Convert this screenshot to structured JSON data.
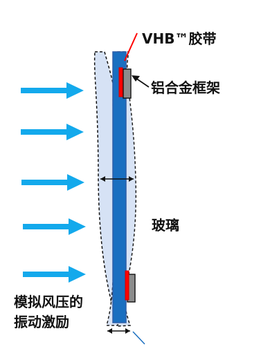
{
  "labels": {
    "vhb_tape": "VHB™胶带",
    "aluminum_frame": "铝合金框架",
    "glass": "玻璃",
    "wind_excitation_line1": "模拟风压的",
    "wind_excitation_line2": "振动激励"
  },
  "colors": {
    "wind_arrow": "#13a9ec",
    "glass_blue": "#1a6fc0",
    "glass_edge": "#2e5fa8",
    "deflection_fill": "#d6e2f5",
    "tape_red": "#ff0000",
    "frame_gray": "#8c8c8c",
    "outline": "#111111"
  }
}
